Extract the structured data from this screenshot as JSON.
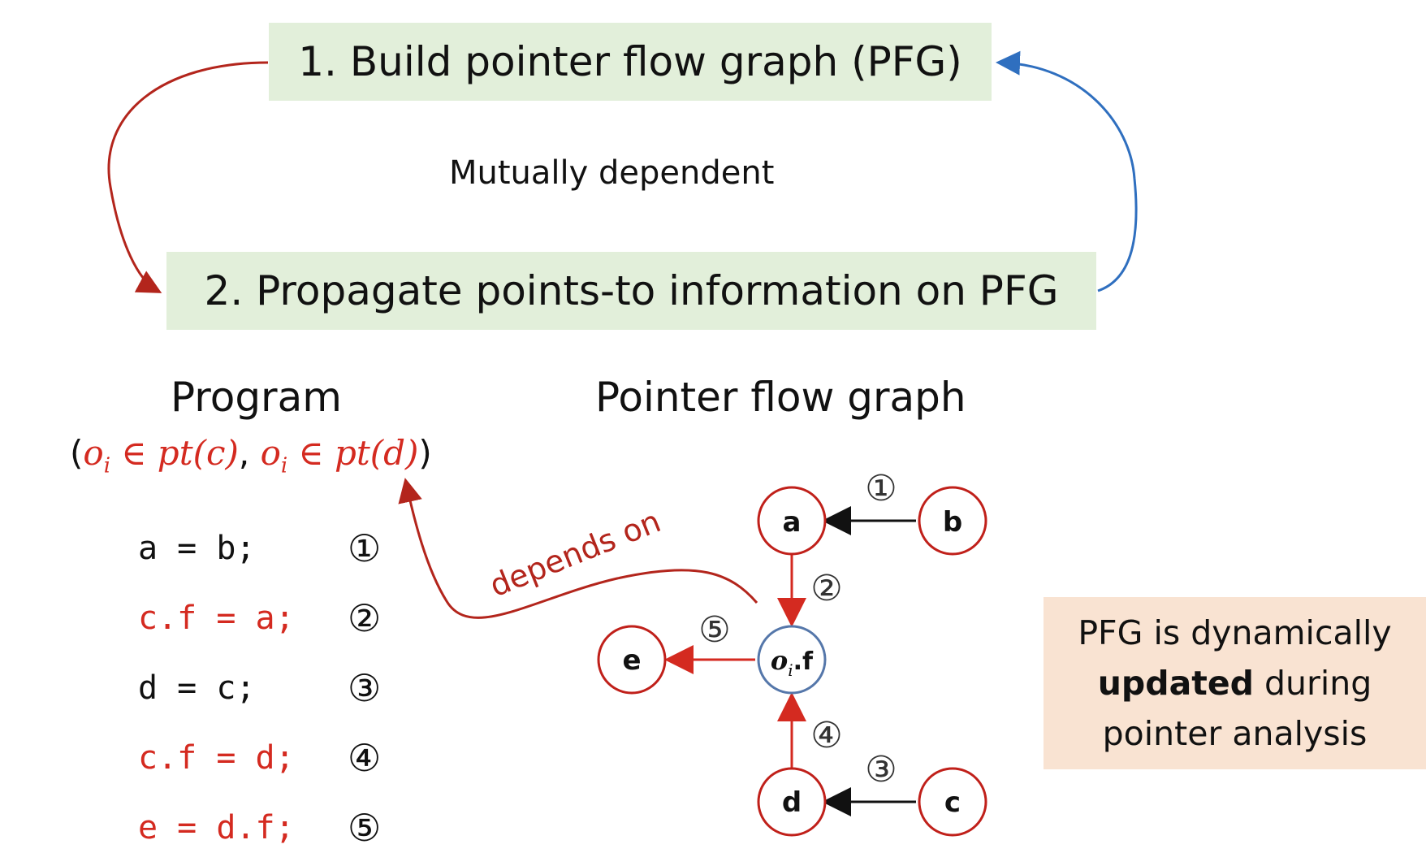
{
  "top": {
    "step1": "1. Build pointer flow graph (PFG)",
    "step2": "2. Propagate points-to information on PFG",
    "mutual": "Mutually dependent"
  },
  "program": {
    "title": "Program",
    "expr": {
      "open": "(",
      "o1": "o",
      "i1": "i",
      "pt1": " ∈ pt(c)",
      "comma": ", ",
      "o2": "o",
      "i2": "i",
      "pt2": " ∈ pt(d)",
      "close": ")"
    },
    "lines": [
      {
        "code": "a = b;",
        "num": "①",
        "color": "#111111"
      },
      {
        "code": "c.f = a;",
        "num": "②",
        "color": "#d42a20"
      },
      {
        "code": "d = c;",
        "num": "③",
        "color": "#111111"
      },
      {
        "code": "c.f = d;",
        "num": "④",
        "color": "#d42a20"
      },
      {
        "code": "e = d.f;",
        "num": "⑤",
        "color": "#d42a20"
      }
    ]
  },
  "pfg": {
    "title": "Pointer flow graph",
    "depends_on": "depends on",
    "nodes": {
      "a": "a",
      "b": "b",
      "c": "c",
      "d": "d",
      "e": "e",
      "oif_o": "o",
      "oif_i": "i",
      "oif_f": ".f"
    },
    "edge_labels": {
      "ba": "①",
      "a_oif": "②",
      "cd": "③",
      "d_oif": "④",
      "oif_e": "⑤"
    }
  },
  "note": {
    "line1": "PFG is dynamically",
    "bold": "updated",
    "line2_rest": " during",
    "line3": "pointer analysis"
  },
  "colors": {
    "red": "#d42a20",
    "blue": "#2f6fbf",
    "node_red": "#c0201a",
    "node_blue": "#5577aa",
    "green_box": "#e2efda",
    "note_box": "#f9e3d2"
  }
}
